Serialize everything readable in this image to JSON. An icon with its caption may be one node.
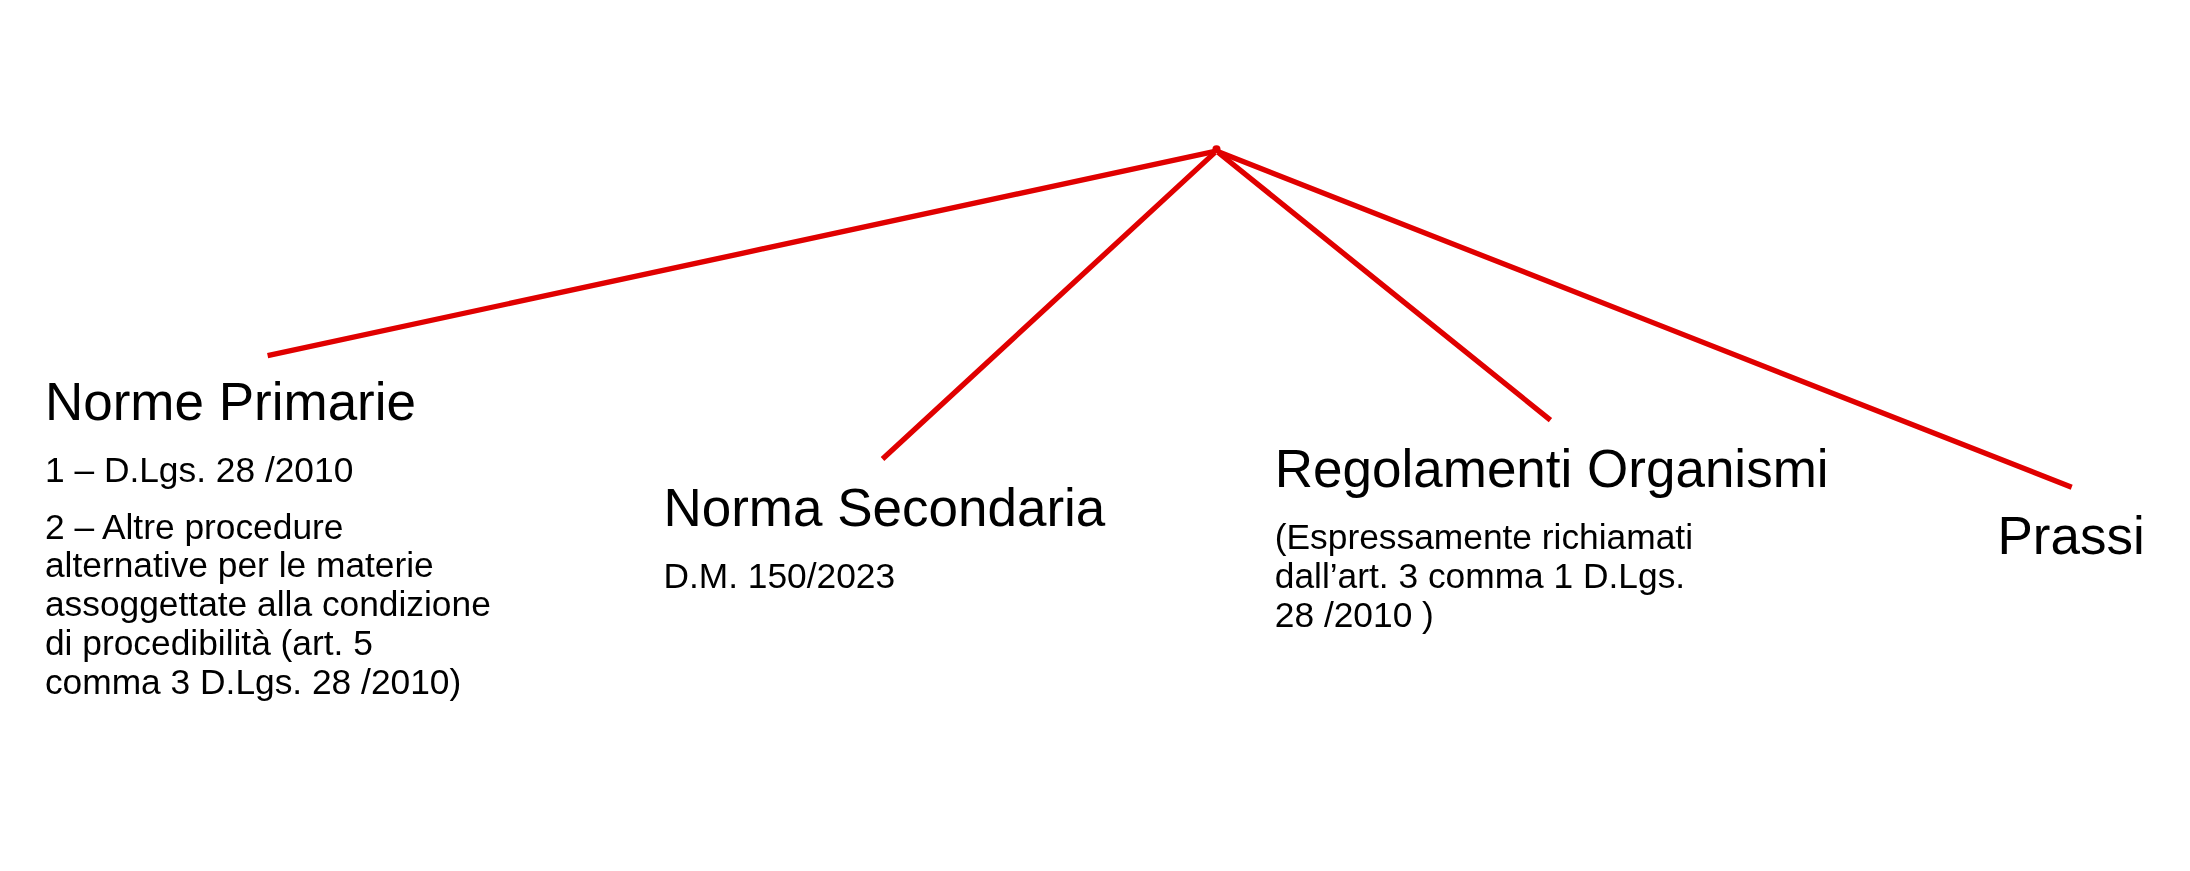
{
  "diagram": {
    "nodes": [
      {
        "text": [],
        "shape": "point"
      },
      {
        "text": [
          "Norme Primarie",
          "1 – D.Lgs. 28 /2010",
          "2 – Altre procedure alternative per le materie assoggettate alla condizione di procedibilità (art. 5 comma 3 D.Lgs. 28 /2010)"
        ]
      },
      {
        "text": [
          "Norma Secondaria",
          "D.M. 150/2023"
        ]
      },
      {
        "text": [
          "Regolamenti Organismi",
          "(Espressamente richiamati dall’art. 3 comma 1 D.Lgs. 28 /2010 )"
        ]
      },
      {
        "text": [
          "Prassi"
        ]
      }
    ],
    "edges": [
      {
        "from": 0,
        "to": 1,
        "arrow": "none"
      },
      {
        "from": 0,
        "to": 2,
        "arrow": "none"
      },
      {
        "from": 0,
        "to": 3,
        "arrow": "none"
      },
      {
        "from": 0,
        "to": 4,
        "arrow": "none"
      }
    ]
  }
}
